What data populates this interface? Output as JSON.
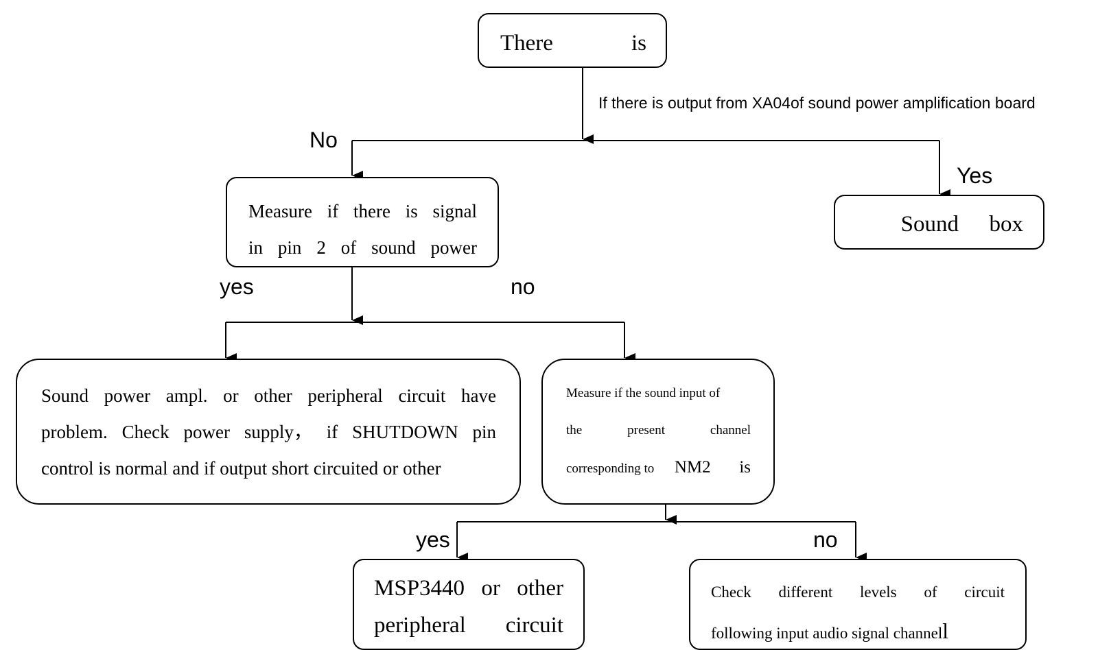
{
  "nodes": {
    "start": {
      "words": [
        "There",
        "is"
      ]
    },
    "measure_pin2": {
      "line1": [
        "Measure",
        "if",
        "there",
        "is",
        "signal"
      ],
      "line2": [
        "in",
        "pin",
        "2",
        "of",
        "sound",
        "power"
      ]
    },
    "sound_box": {
      "words": [
        "Sound",
        "box"
      ]
    },
    "amp_problem": {
      "line1": [
        "Sound",
        "power",
        "ampl.",
        "or",
        "other",
        "peripheral",
        "circuit",
        "have"
      ],
      "line2": [
        "problem.",
        "Check",
        "power",
        "supply，",
        "if",
        "SHUTDOWN",
        "pin"
      ],
      "line3": "control is normal and if output short circuited or other"
    },
    "measure_input": {
      "line1": "Measure if the sound input of",
      "line2": [
        "the",
        "present",
        "channel"
      ],
      "line3_small": "corresponding to",
      "line3_big": "NM2",
      "line3_end": "is"
    },
    "msp3440": {
      "line1": [
        "MSP3440",
        "or",
        "other"
      ],
      "line2": [
        "peripheral",
        "circuit"
      ]
    },
    "check_levels": {
      "line1": [
        "Check",
        "different",
        "levels",
        "of",
        "circuit"
      ],
      "line2": "following input audio signal channel",
      "line2_end": "l"
    }
  },
  "edge_labels": {
    "question": "If there is output from XA04of sound power amplification board",
    "no_top": "No",
    "yes_top": "Yes",
    "yes_mid": "yes",
    "no_mid": "no",
    "yes_low": "yes",
    "no_low": "no"
  }
}
